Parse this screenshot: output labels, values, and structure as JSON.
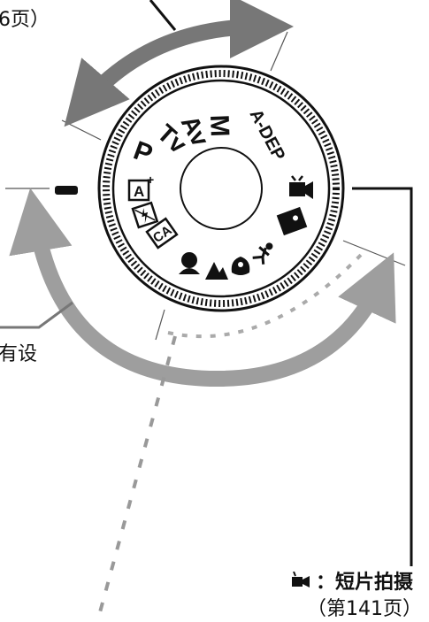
{
  "labels": {
    "top_left_fragment": "6页）",
    "left_mid_fragment": "有设",
    "movie_label": "：短片拍摄",
    "movie_page": "（第141页）"
  },
  "dial": {
    "modes": [
      "A-DEP",
      "M",
      "Av",
      "Tv",
      "P",
      "A+",
      "flash-off",
      "CA",
      "portrait",
      "landscape",
      "close-up",
      "sports",
      "night-portrait",
      "movie"
    ]
  },
  "colors": {
    "arrow_dark": "#777777",
    "arrow_light": "#9e9e9e",
    "dotted": "#aaaaaa",
    "ink": "#111111"
  }
}
